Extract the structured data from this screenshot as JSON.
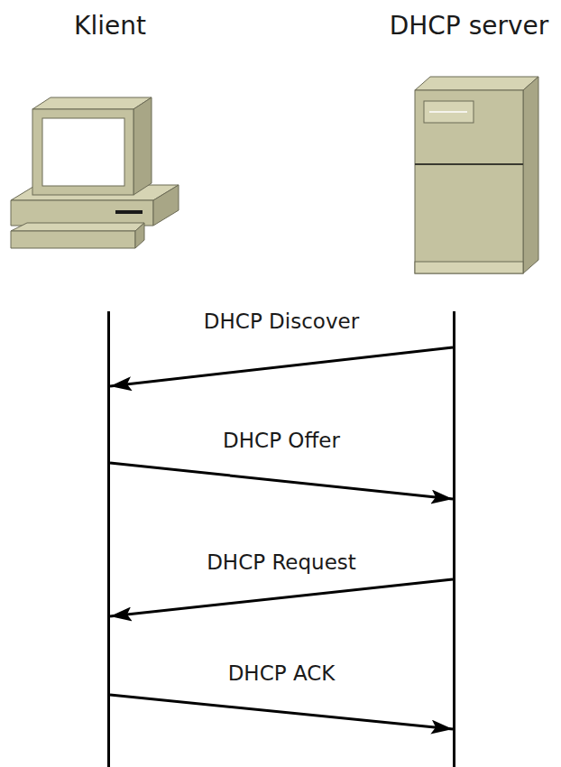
{
  "diagram": {
    "nodes": [
      {
        "text": [
          "Klient"
        ]
      },
      {
        "text": [
          "DHCP server"
        ]
      }
    ],
    "edges": [
      {
        "from": 1,
        "to": 0,
        "arrow": "to",
        "label": "DHCP Discover"
      },
      {
        "from": 0,
        "to": 1,
        "arrow": "to",
        "label": "DHCP Offer"
      },
      {
        "from": 1,
        "to": 0,
        "arrow": "to",
        "label": "DHCP Request"
      },
      {
        "from": 0,
        "to": 1,
        "arrow": "to",
        "label": "DHCP ACK"
      }
    ]
  }
}
